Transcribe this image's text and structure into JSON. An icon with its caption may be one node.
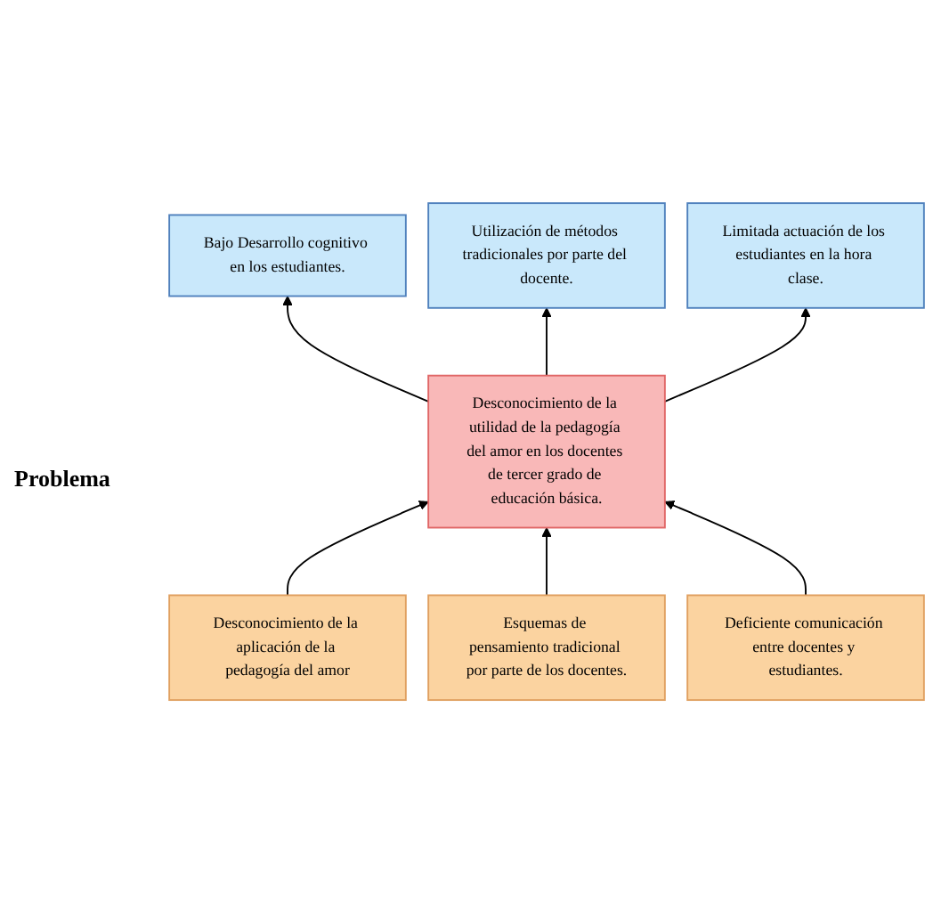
{
  "diagram": {
    "nodes": [
      {
        "text": [
          "Bajo Desarrollo cognitivo en los estudiantes."
        ]
      },
      {
        "text": [
          "Utilización de métodos tradicionales por parte del docente."
        ]
      },
      {
        "text": [
          "Limitada actuación de los estudiantes en la hora clase."
        ]
      },
      {
        "text": [
          "Desconocimiento de la utilidad de la pedagogía del amor en los docentes de tercer grado de educación básica."
        ]
      },
      {
        "text": [
          "Desconocimiento de la aplicación de la pedagogía del amor"
        ]
      },
      {
        "text": [
          "Esquemas de pensamiento tradicional por parte de los docentes."
        ]
      },
      {
        "text": [
          "Deficiente comunicación entre docentes y estudiantes."
        ]
      }
    ],
    "edges": [
      {
        "from": 3,
        "to": 0,
        "arrow": "to"
      },
      {
        "from": 3,
        "to": 1,
        "arrow": "to"
      },
      {
        "from": 3,
        "to": 2,
        "arrow": "to"
      },
      {
        "from": 4,
        "to": 3,
        "arrow": "to"
      },
      {
        "from": 5,
        "to": 3,
        "arrow": "to"
      },
      {
        "from": 6,
        "to": 3,
        "arrow": "to"
      }
    ],
    "labels": [
      "Problema"
    ]
  }
}
